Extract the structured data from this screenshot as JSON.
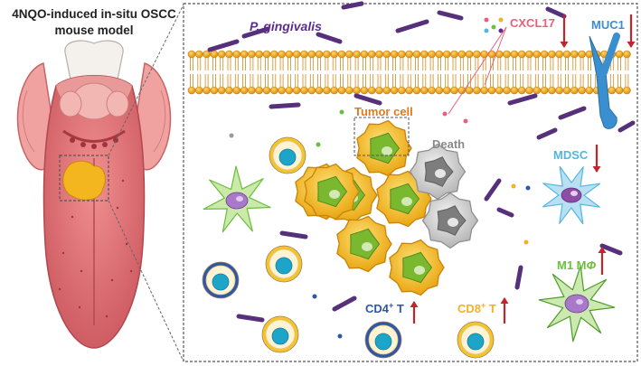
{
  "title_line1": "4NQO-induced in-situ OSCC",
  "title_line2": "mouse model",
  "pathogen_label": "P. gingivalis",
  "labels": {
    "cxcl17": "CXCL17",
    "muc1": "MUC1",
    "tumor_cell": "Tumor cell",
    "death": "Death",
    "mdsc": "MDSC",
    "m1_prefix": "M1 M",
    "m1_symbol": "Φ",
    "cd4_base": "CD4",
    "cd8_base": "CD8",
    "sup": "+",
    "t_suffix": " T"
  },
  "arrows": {
    "cxcl17": "down",
    "muc1": "down",
    "mdsc": "down",
    "m1": "up",
    "cd4": "up",
    "cd8": "up"
  },
  "colors": {
    "pathogen_text": "#5b2d91",
    "cxcl17": "#e8617a",
    "muc1": "#3a8fd0",
    "tumor_text": "#e07b1b",
    "death": "#8a8a8a",
    "mdsc": "#52b7e0",
    "m1": "#6abf3b",
    "cd4": "#2e58a6",
    "cd8": "#f2b127",
    "arrow": "#c0262c",
    "membrane_head": "#f2a51c",
    "tongue": "#e0737a",
    "tumor_cell": "#f4c325",
    "tumor_nucleus": "#7ab82f",
    "bacteria": "#56307a"
  }
}
